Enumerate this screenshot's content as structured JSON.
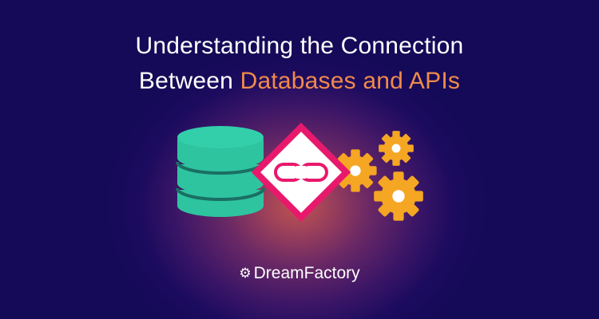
{
  "headline": {
    "line1": "Understanding the Connection",
    "line2_prefix": "Between ",
    "line2_accent": "Databases and APIs"
  },
  "brand": {
    "name": "DreamFactory",
    "icon": "gear-icon"
  },
  "illustration": {
    "database_icon": "database-icon",
    "link_icon": "link-icon",
    "gears_icon": "gears-icon"
  },
  "colors": {
    "background": "#150a58",
    "glow": "#c0544f",
    "accent": "#f08a4b",
    "database": "#2ec4a0",
    "link_badge": "#e8196c",
    "gears": "#f5a623"
  }
}
